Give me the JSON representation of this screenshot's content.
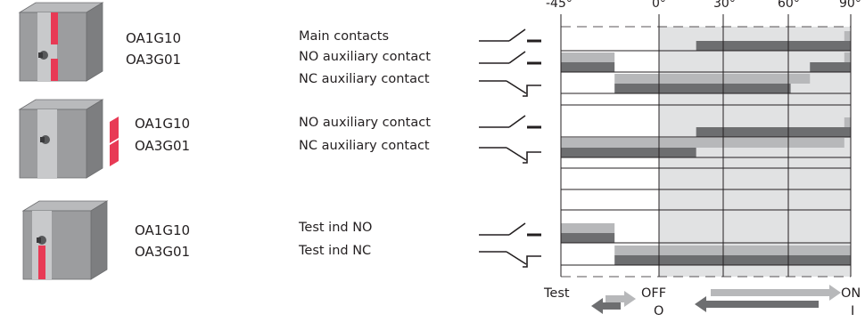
{
  "figure_id": "S01201A",
  "groups": [
    {
      "codes": [
        "OA1G10",
        "OA3G01"
      ],
      "contacts": [
        "Main contacts",
        "NO auxiliary contact",
        "NC auxiliary contact"
      ]
    },
    {
      "codes": [
        "OA1G10",
        "OA3G01"
      ],
      "contacts": [
        "NO auxiliary contact",
        "NC auxiliary contact"
      ]
    },
    {
      "codes": [
        "OA1G10",
        "OA3G01"
      ],
      "contacts": [
        "Test ind NO",
        "Test ind NC"
      ]
    }
  ],
  "angle_labels": [
    "-45°",
    "0°",
    "30°",
    "60°",
    "90°"
  ],
  "positions": {
    "test": "Test",
    "off": "OFF",
    "off_symbol": "O",
    "on": "ON",
    "on_symbol": "I"
  },
  "colors": {
    "dark_bar": "#6d6e70",
    "light_bar": "#b7b8ba",
    "on_zone": "#e1e2e3",
    "marker_red": "#e83a55",
    "switch_body": "#9c9d9f"
  },
  "timing_bars": [
    {
      "row": "main",
      "segments": [
        {
          "shade": "light",
          "from": 87,
          "to": 90
        },
        {
          "shade": "dark",
          "from": 18,
          "to": 90
        }
      ]
    },
    {
      "row": "no_aux_1",
      "segments": [
        {
          "shade": "light",
          "from": -45,
          "to": -20
        },
        {
          "shade": "light",
          "from": 87,
          "to": 90
        },
        {
          "shade": "dark",
          "from": -45,
          "to": -20
        },
        {
          "shade": "dark",
          "from": 71,
          "to": 90
        }
      ]
    },
    {
      "row": "nc_aux_1",
      "segments": [
        {
          "shade": "light",
          "from": -20,
          "to": 71
        },
        {
          "shade": "dark",
          "from": -20,
          "to": 62
        }
      ]
    },
    {
      "row": "no_aux_2",
      "segments": [
        {
          "shade": "light",
          "from": 87,
          "to": 90
        },
        {
          "shade": "dark",
          "from": 18,
          "to": 90
        }
      ]
    },
    {
      "row": "nc_aux_2",
      "segments": [
        {
          "shade": "light",
          "from": -45,
          "to": 87
        },
        {
          "shade": "dark",
          "from": -45,
          "to": 18
        }
      ]
    },
    {
      "row": "test_no",
      "segments": [
        {
          "shade": "light",
          "from": -45,
          "to": -20
        },
        {
          "shade": "dark",
          "from": -45,
          "to": -20
        }
      ]
    },
    {
      "row": "test_nc",
      "segments": [
        {
          "shade": "light",
          "from": -20,
          "to": 90
        },
        {
          "shade": "dark",
          "from": -20,
          "to": 90
        }
      ]
    }
  ]
}
